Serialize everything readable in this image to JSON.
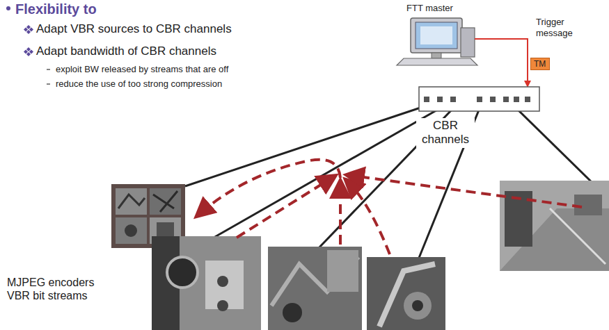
{
  "diagram": {
    "nodes": [
      {
        "text": [
          "FTT master"
        ]
      },
      {
        "text": [
          "TM"
        ]
      }
    ],
    "labels": [
      "Flexibility to",
      "Adapt VBR sources to CBR channels",
      "Adapt bandwidth of CBR channels",
      "exploit BW released by streams that are off",
      "reduce the use of too strong compression",
      "Trigger message",
      "CBR channels",
      "MJPEG encoders VBR bit streams"
    ]
  }
}
